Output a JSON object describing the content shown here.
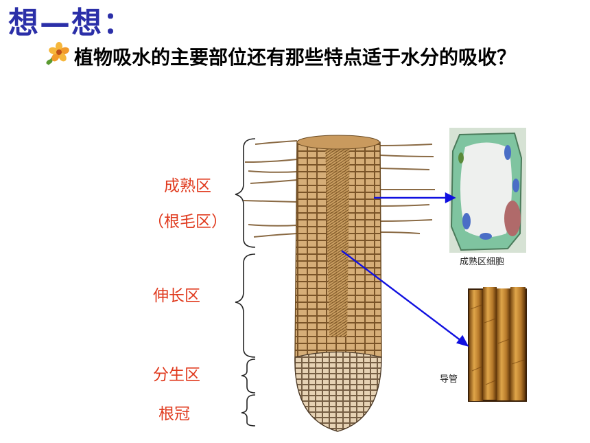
{
  "title": "想—想：",
  "question": "植物吸水的主要部位还有那些特点适于水分的吸收？",
  "zones": {
    "maturation": "成熟区",
    "root_hair": "（根毛区）",
    "elongation": "伸长区",
    "meristem": "分生区",
    "root_cap": "根冠"
  },
  "captions": {
    "cell": "成熟区细胞",
    "vessel": "导管"
  },
  "colors": {
    "title": "#2b2fa8",
    "zone_label": "#e03a1e",
    "arrow": "#1010e0",
    "root": "#c9a06a"
  },
  "icons": [
    "flower-icon"
  ]
}
